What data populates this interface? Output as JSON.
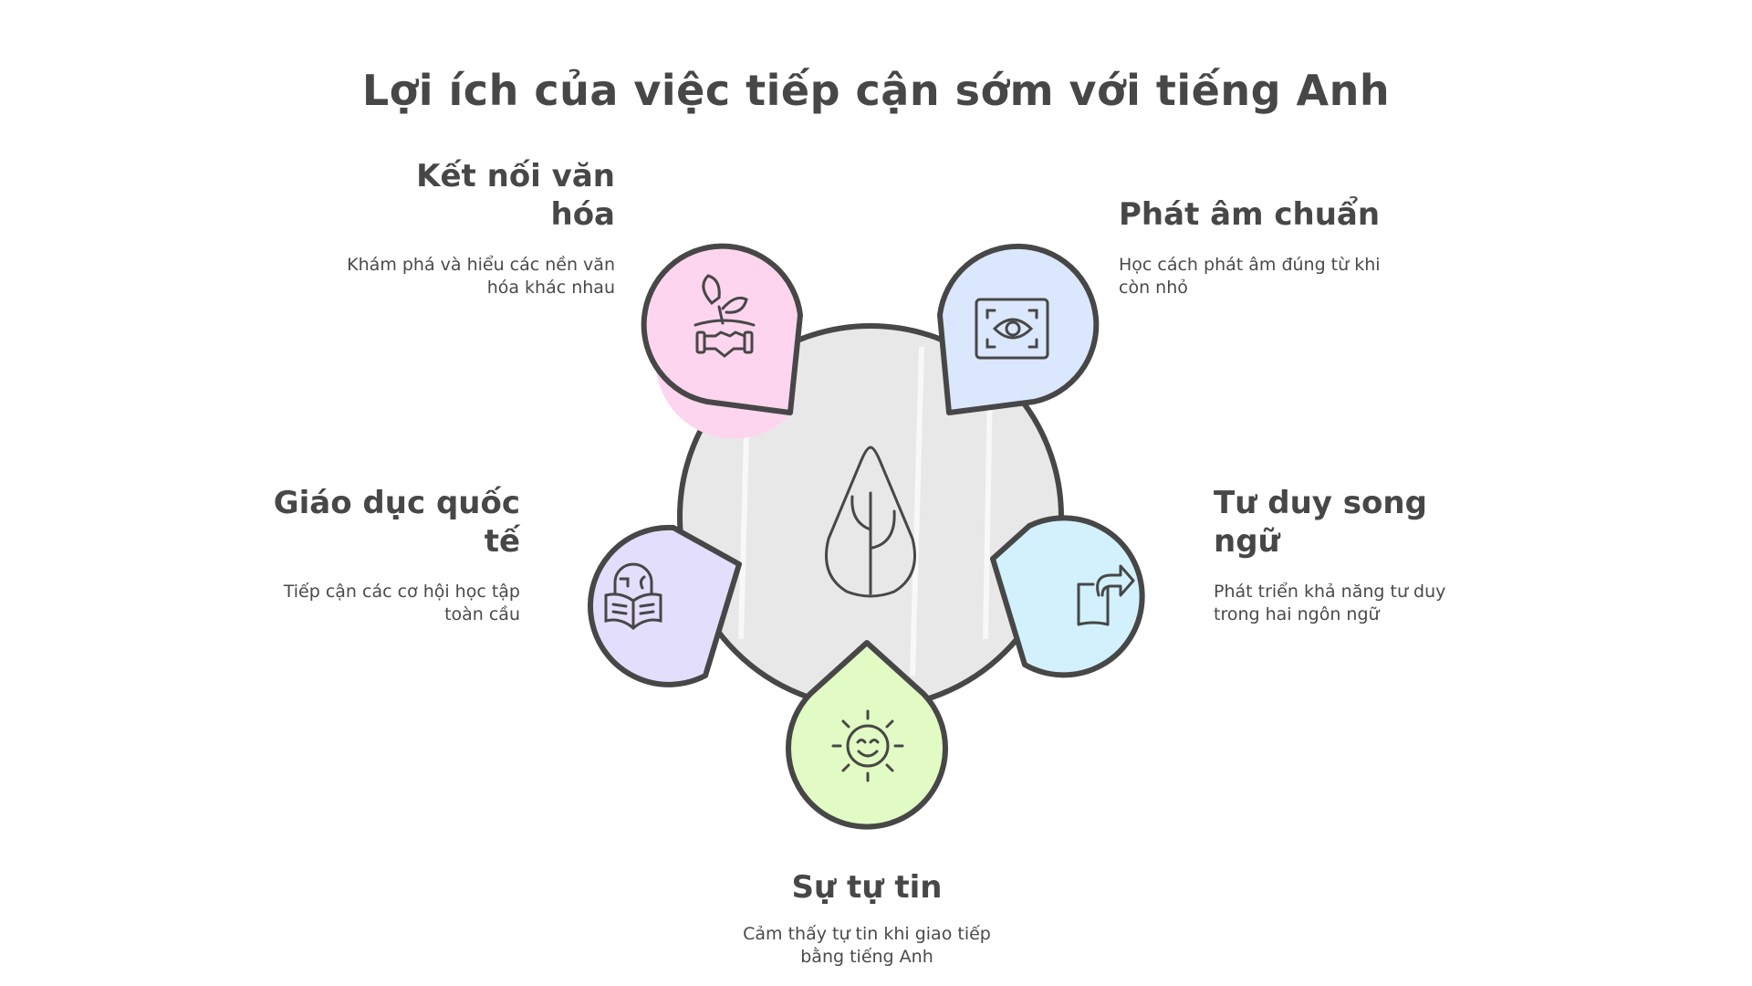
{
  "title": "Lợi ích của việc tiếp cận sớm với tiếng Anh",
  "center": {
    "icon": "tree-icon",
    "fill": "#e8e8e8"
  },
  "benefits": [
    {
      "title": "Kết nối văn hóa",
      "description": "Khám phá và hiểu các nền văn hóa khác nhau",
      "icon": "plant-handshake-icon",
      "color": "#fdd5ee"
    },
    {
      "title": "Phát âm chuẩn",
      "description": "Học cách phát âm đúng từ khi còn nhỏ",
      "icon": "eye-scan-icon",
      "color": "#dbe7fd"
    },
    {
      "title": "Giáo dục quốc tế",
      "description": "Tiếp cận các cơ hội học tập toàn cầu",
      "icon": "globe-book-icon",
      "color": "#e4defd"
    },
    {
      "title": "Tư duy song ngữ",
      "description": "Phát triển khả năng tư duy trong hai ngôn ngữ",
      "icon": "share-arrow-icon",
      "color": "#d2f1fc"
    },
    {
      "title": "Sự tự tin",
      "description": "Cảm thấy tự tin khi giao tiếp bằng tiếng Anh",
      "icon": "smiling-sun-icon",
      "color": "#e2fbc4"
    }
  ],
  "stroke_color": "#474747"
}
